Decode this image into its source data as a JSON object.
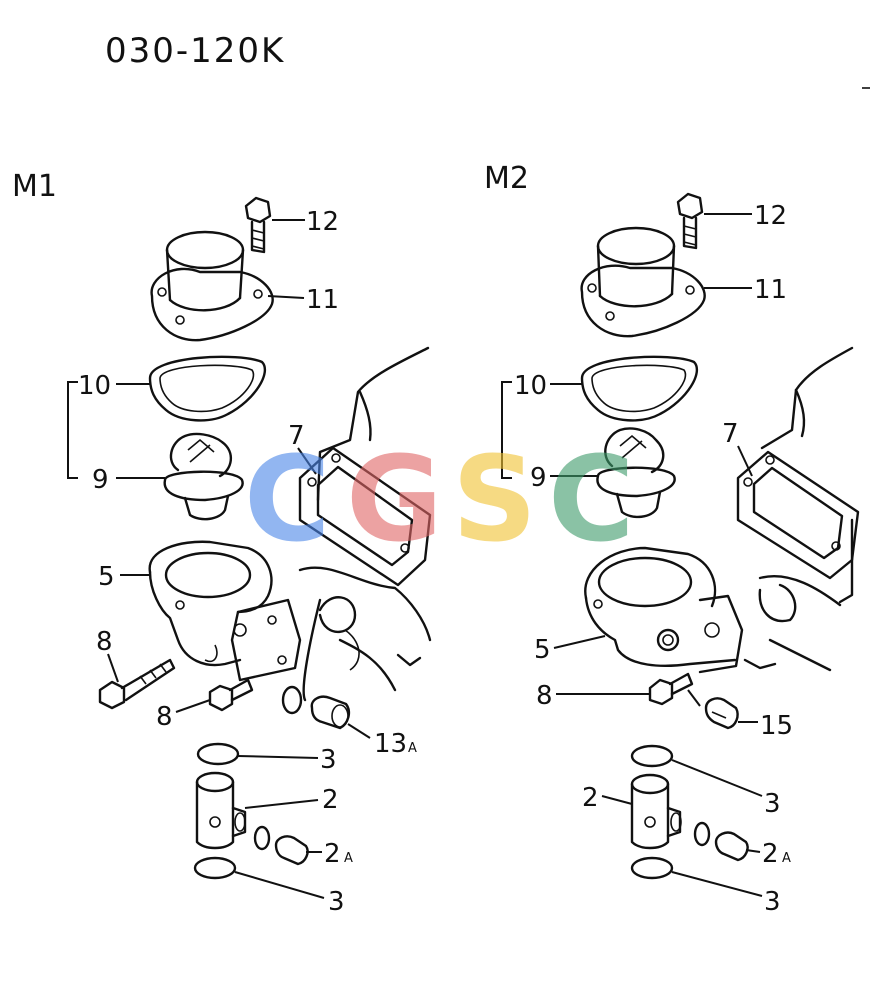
{
  "header": {
    "code": "030-120K"
  },
  "views": {
    "m1": {
      "title": "M1",
      "labels": {
        "p12": "12",
        "p11": "11",
        "p10": "10",
        "p9": "9",
        "p7": "7",
        "p5": "5",
        "p8a": "8",
        "p8b": "8",
        "p13": "13",
        "p13_sub": "A",
        "p3a": "3",
        "p2": "2",
        "p2a": "2",
        "p2a_sub": "A",
        "p3b": "3"
      }
    },
    "m2": {
      "title": "M2",
      "labels": {
        "p12": "12",
        "p11": "11",
        "p10": "10",
        "p9": "9",
        "p7": "7",
        "p5": "5",
        "p8": "8",
        "p15": "15",
        "p3a": "3",
        "p2": "2",
        "p2a": "2",
        "p2a_sub": "A",
        "p3b": "3"
      }
    }
  },
  "watermark": {
    "letters": [
      "C",
      "G",
      "S",
      "C"
    ],
    "colors": [
      "#4a86e8",
      "#e06666",
      "#f1c232",
      "#3d9b6a"
    ]
  }
}
